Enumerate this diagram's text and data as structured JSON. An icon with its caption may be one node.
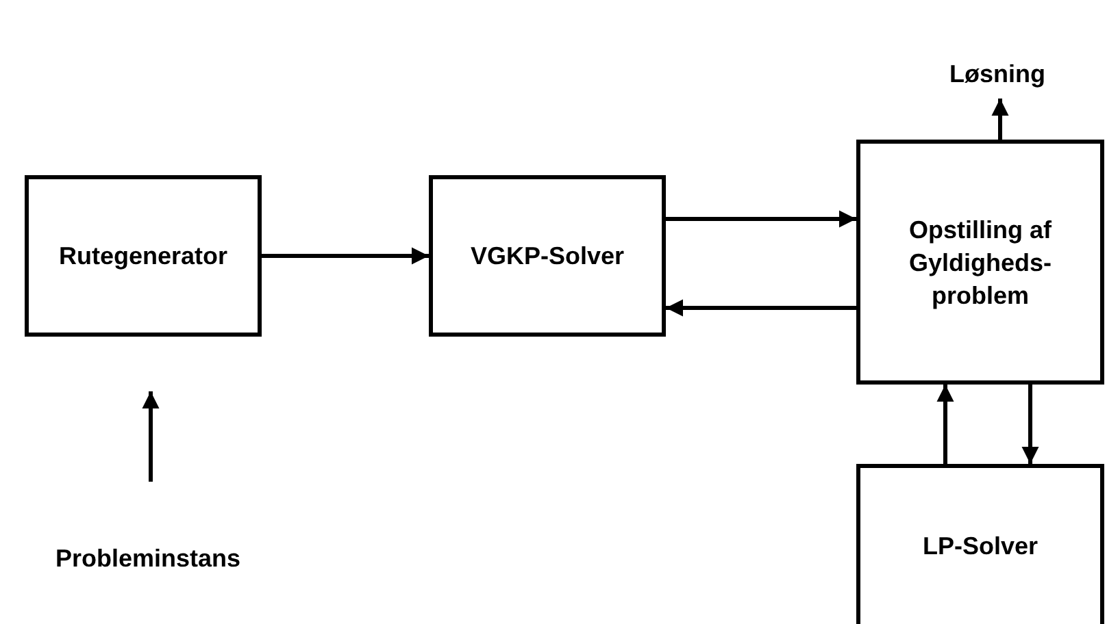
{
  "diagram": {
    "nodes": [
      {
        "text": [
          "Rutegenerator"
        ]
      },
      {
        "text": [
          "VGKP-Solver"
        ]
      },
      {
        "text": [
          "Opstilling af Gyldigheds-problem"
        ]
      },
      {
        "text": [
          "LP-Solver"
        ]
      },
      {
        "text": [
          "Løsning"
        ]
      },
      {
        "text": [
          "Probleminstans"
        ]
      }
    ],
    "edges": [
      {
        "from": 0,
        "to": 1,
        "arrow": "to"
      },
      {
        "from": 1,
        "to": 2,
        "arrow": "to"
      },
      {
        "from": 2,
        "to": 1,
        "arrow": "to"
      },
      {
        "from": 3,
        "to": 2,
        "arrow": "to"
      },
      {
        "from": 2,
        "to": 3,
        "arrow": "to"
      },
      {
        "from": 2,
        "to": 4,
        "arrow": "to"
      },
      {
        "from": 5,
        "to": 0,
        "arrow": "to"
      }
    ]
  }
}
